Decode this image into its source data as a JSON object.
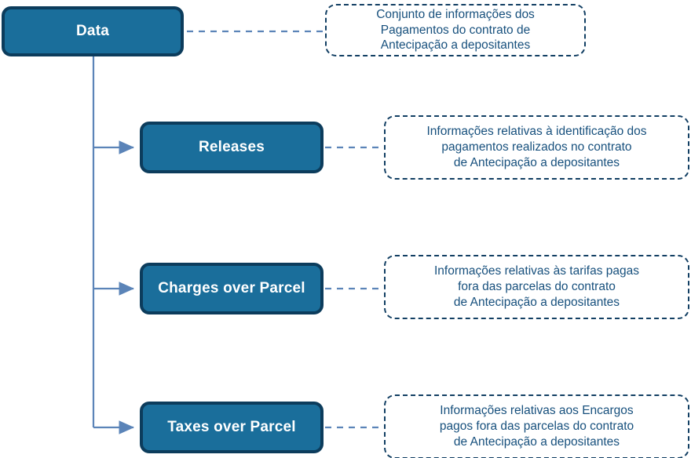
{
  "diagram": {
    "type": "tree",
    "title": "",
    "colors": {
      "node_fill": "#1a6e9b",
      "node_border": "#0c3c5c",
      "node_text": "#ffffff",
      "note_border": "#123f63",
      "note_text": "#17507d",
      "connector": "#5b84b8",
      "dashed_connector": "#5b84b8",
      "background": "#ffffff"
    },
    "root": {
      "label": "Data",
      "note": "Conjunto de informações dos\nPagamentos do contrato de\nAntecipação a depositantes"
    },
    "children": [
      {
        "label": "Releases",
        "note": "Informações relativas à identificação dos\npagamentos realizados no contrato\nde Antecipação a depositantes"
      },
      {
        "label": "Charges over Parcel",
        "note": "Informações relativas às tarifas pagas\nfora das parcelas do contrato\nde Antecipação a depositantes"
      },
      {
        "label": "Taxes over Parcel",
        "note": "Informações relativas aos Encargos\npagos fora das parcelas do contrato\nde Antecipação a depositantes"
      }
    ]
  }
}
